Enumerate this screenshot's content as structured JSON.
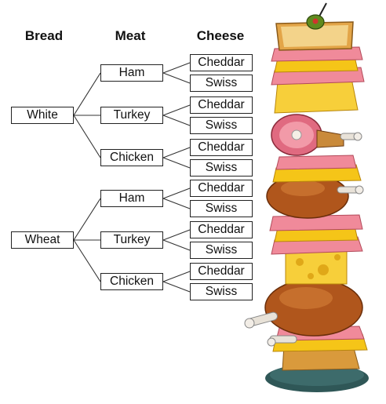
{
  "headers": {
    "bread": "Bread",
    "meat": "Meat",
    "cheese": "Cheese"
  },
  "tree": [
    {
      "bread": "White",
      "meats": [
        {
          "meat": "Ham",
          "cheeses": [
            "Cheddar",
            "Swiss"
          ]
        },
        {
          "meat": "Turkey",
          "cheeses": [
            "Cheddar",
            "Swiss"
          ]
        },
        {
          "meat": "Chicken",
          "cheeses": [
            "Cheddar",
            "Swiss"
          ]
        }
      ]
    },
    {
      "bread": "Wheat",
      "meats": [
        {
          "meat": "Ham",
          "cheeses": [
            "Cheddar",
            "Swiss"
          ]
        },
        {
          "meat": "Turkey",
          "cheeses": [
            "Cheddar",
            "Swiss"
          ]
        },
        {
          "meat": "Chicken",
          "cheeses": [
            "Cheddar",
            "Swiss"
          ]
        }
      ]
    }
  ],
  "illustration": {
    "subject": "tall stacked sandwich tower with olive on top",
    "colors": {
      "bread": "#d99a3c",
      "cheese": "#f5c518",
      "ham": "#f08a9a",
      "chicken": "#b0561c",
      "plate": "#3d6b6b",
      "olive": "#5f8a1e"
    }
  }
}
